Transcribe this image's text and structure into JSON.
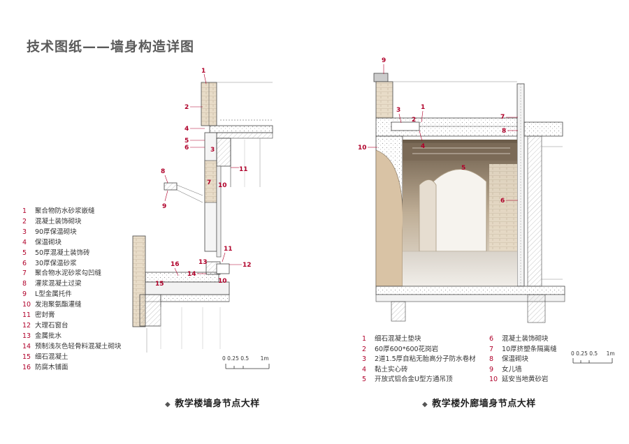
{
  "title": "技术图纸——墙身构造详图",
  "left_detail": {
    "caption": "教学楼墙身节点大样",
    "callouts": [
      "1",
      "2",
      "4",
      "5",
      "6",
      "3",
      "8",
      "9",
      "7",
      "10",
      "11",
      "11",
      "12",
      "13",
      "14",
      "16",
      "15",
      "10"
    ],
    "legend": [
      {
        "n": "1",
        "text": "聚合物防水砂浆嵌缝"
      },
      {
        "n": "2",
        "text": "混凝土装饰砌块"
      },
      {
        "n": "3",
        "text": "90厚保温砌块"
      },
      {
        "n": "4",
        "text": "保温砌块"
      },
      {
        "n": "5",
        "text": "50厚混凝土装饰砖"
      },
      {
        "n": "6",
        "text": "30厚保温砂浆"
      },
      {
        "n": "7",
        "text": "聚合物水泥砂浆勾凹缝"
      },
      {
        "n": "8",
        "text": "灌浆混凝土过梁"
      },
      {
        "n": "9",
        "text": "L型金属托件"
      },
      {
        "n": "10",
        "text": "发泡聚氨酯灌缝"
      },
      {
        "n": "11",
        "text": "密封膏"
      },
      {
        "n": "12",
        "text": "大理石窗台"
      },
      {
        "n": "13",
        "text": "金属批水"
      },
      {
        "n": "14",
        "text": "预制浅灰色轻骨料混凝土砌块"
      },
      {
        "n": "15",
        "text": "细石混凝土"
      },
      {
        "n": "16",
        "text": "防腐木铺面"
      }
    ],
    "scale": {
      "ticks": "0  0.25 0.5",
      "unit": "1m"
    }
  },
  "right_detail": {
    "caption": "教学楼外廊墙身节点大样",
    "callouts": [
      "9",
      "3",
      "2",
      "1",
      "4",
      "7",
      "8",
      "10",
      "5",
      "6"
    ],
    "legend": [
      {
        "n": "1",
        "text": "细石混凝土垫块"
      },
      {
        "n": "2",
        "text": "60厚600*600花岗岩"
      },
      {
        "n": "3",
        "text": "2道1.5厚自粘无胎高分子防水卷材"
      },
      {
        "n": "4",
        "text": "黏土实心砖"
      },
      {
        "n": "5",
        "text": "开放式铝合金U型方通吊顶"
      },
      {
        "n": "6",
        "text": "混凝土装饰砌块"
      },
      {
        "n": "7",
        "text": "10厚挤塑条隔离缝"
      },
      {
        "n": "8",
        "text": "保温砌块"
      },
      {
        "n": "9",
        "text": "女儿墙"
      },
      {
        "n": "10",
        "text": "延安当地黄砂岩"
      }
    ],
    "scale": {
      "ticks": "0  0.25 0.5",
      "unit": "1m"
    }
  },
  "colors": {
    "accent": "#b0002a",
    "stone": "#d9c3a5",
    "hatch": "#999999"
  }
}
